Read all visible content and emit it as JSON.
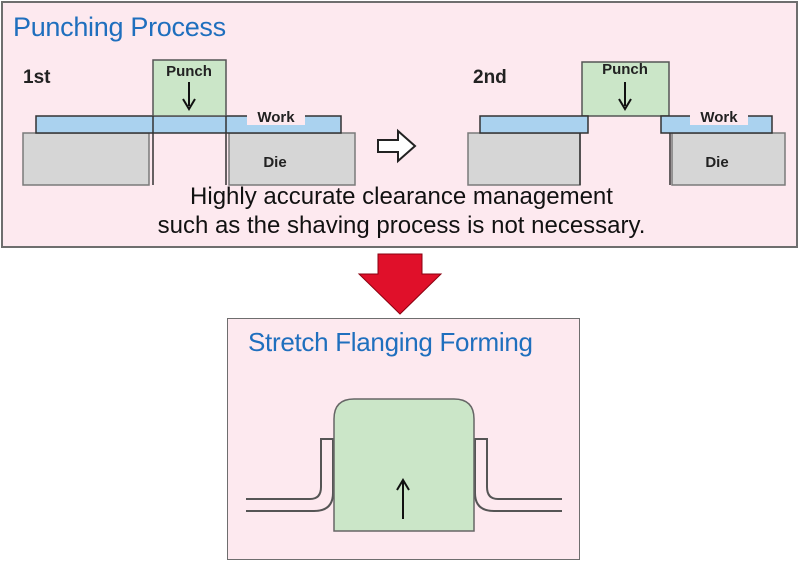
{
  "punching": {
    "title": "Punching Process",
    "step1": {
      "label": "1st",
      "punch": "Punch",
      "work": "Work",
      "die": "Die"
    },
    "step2": {
      "label": "2nd",
      "punch": "Punch",
      "work": "Work",
      "die": "Die"
    },
    "note_line1": "Highly accurate clearance management",
    "note_line2": "such as the shaving process is not necessary."
  },
  "flanging": {
    "title": "Stretch Flanging Forming"
  },
  "colors": {
    "panel_bg": "#fde9ef",
    "title_blue": "#1f6fbe",
    "punch_green": "#cbe6c8",
    "work_blue": "#aad2ef",
    "die_gray": "#d6d6d6",
    "arrow_red": "#e0102a"
  },
  "icons": {
    "process_arrow": "outline-right-arrow",
    "transition_arrow": "red-down-arrow",
    "punch_direction_down": "down-arrow",
    "punch_direction_up": "up-arrow"
  }
}
